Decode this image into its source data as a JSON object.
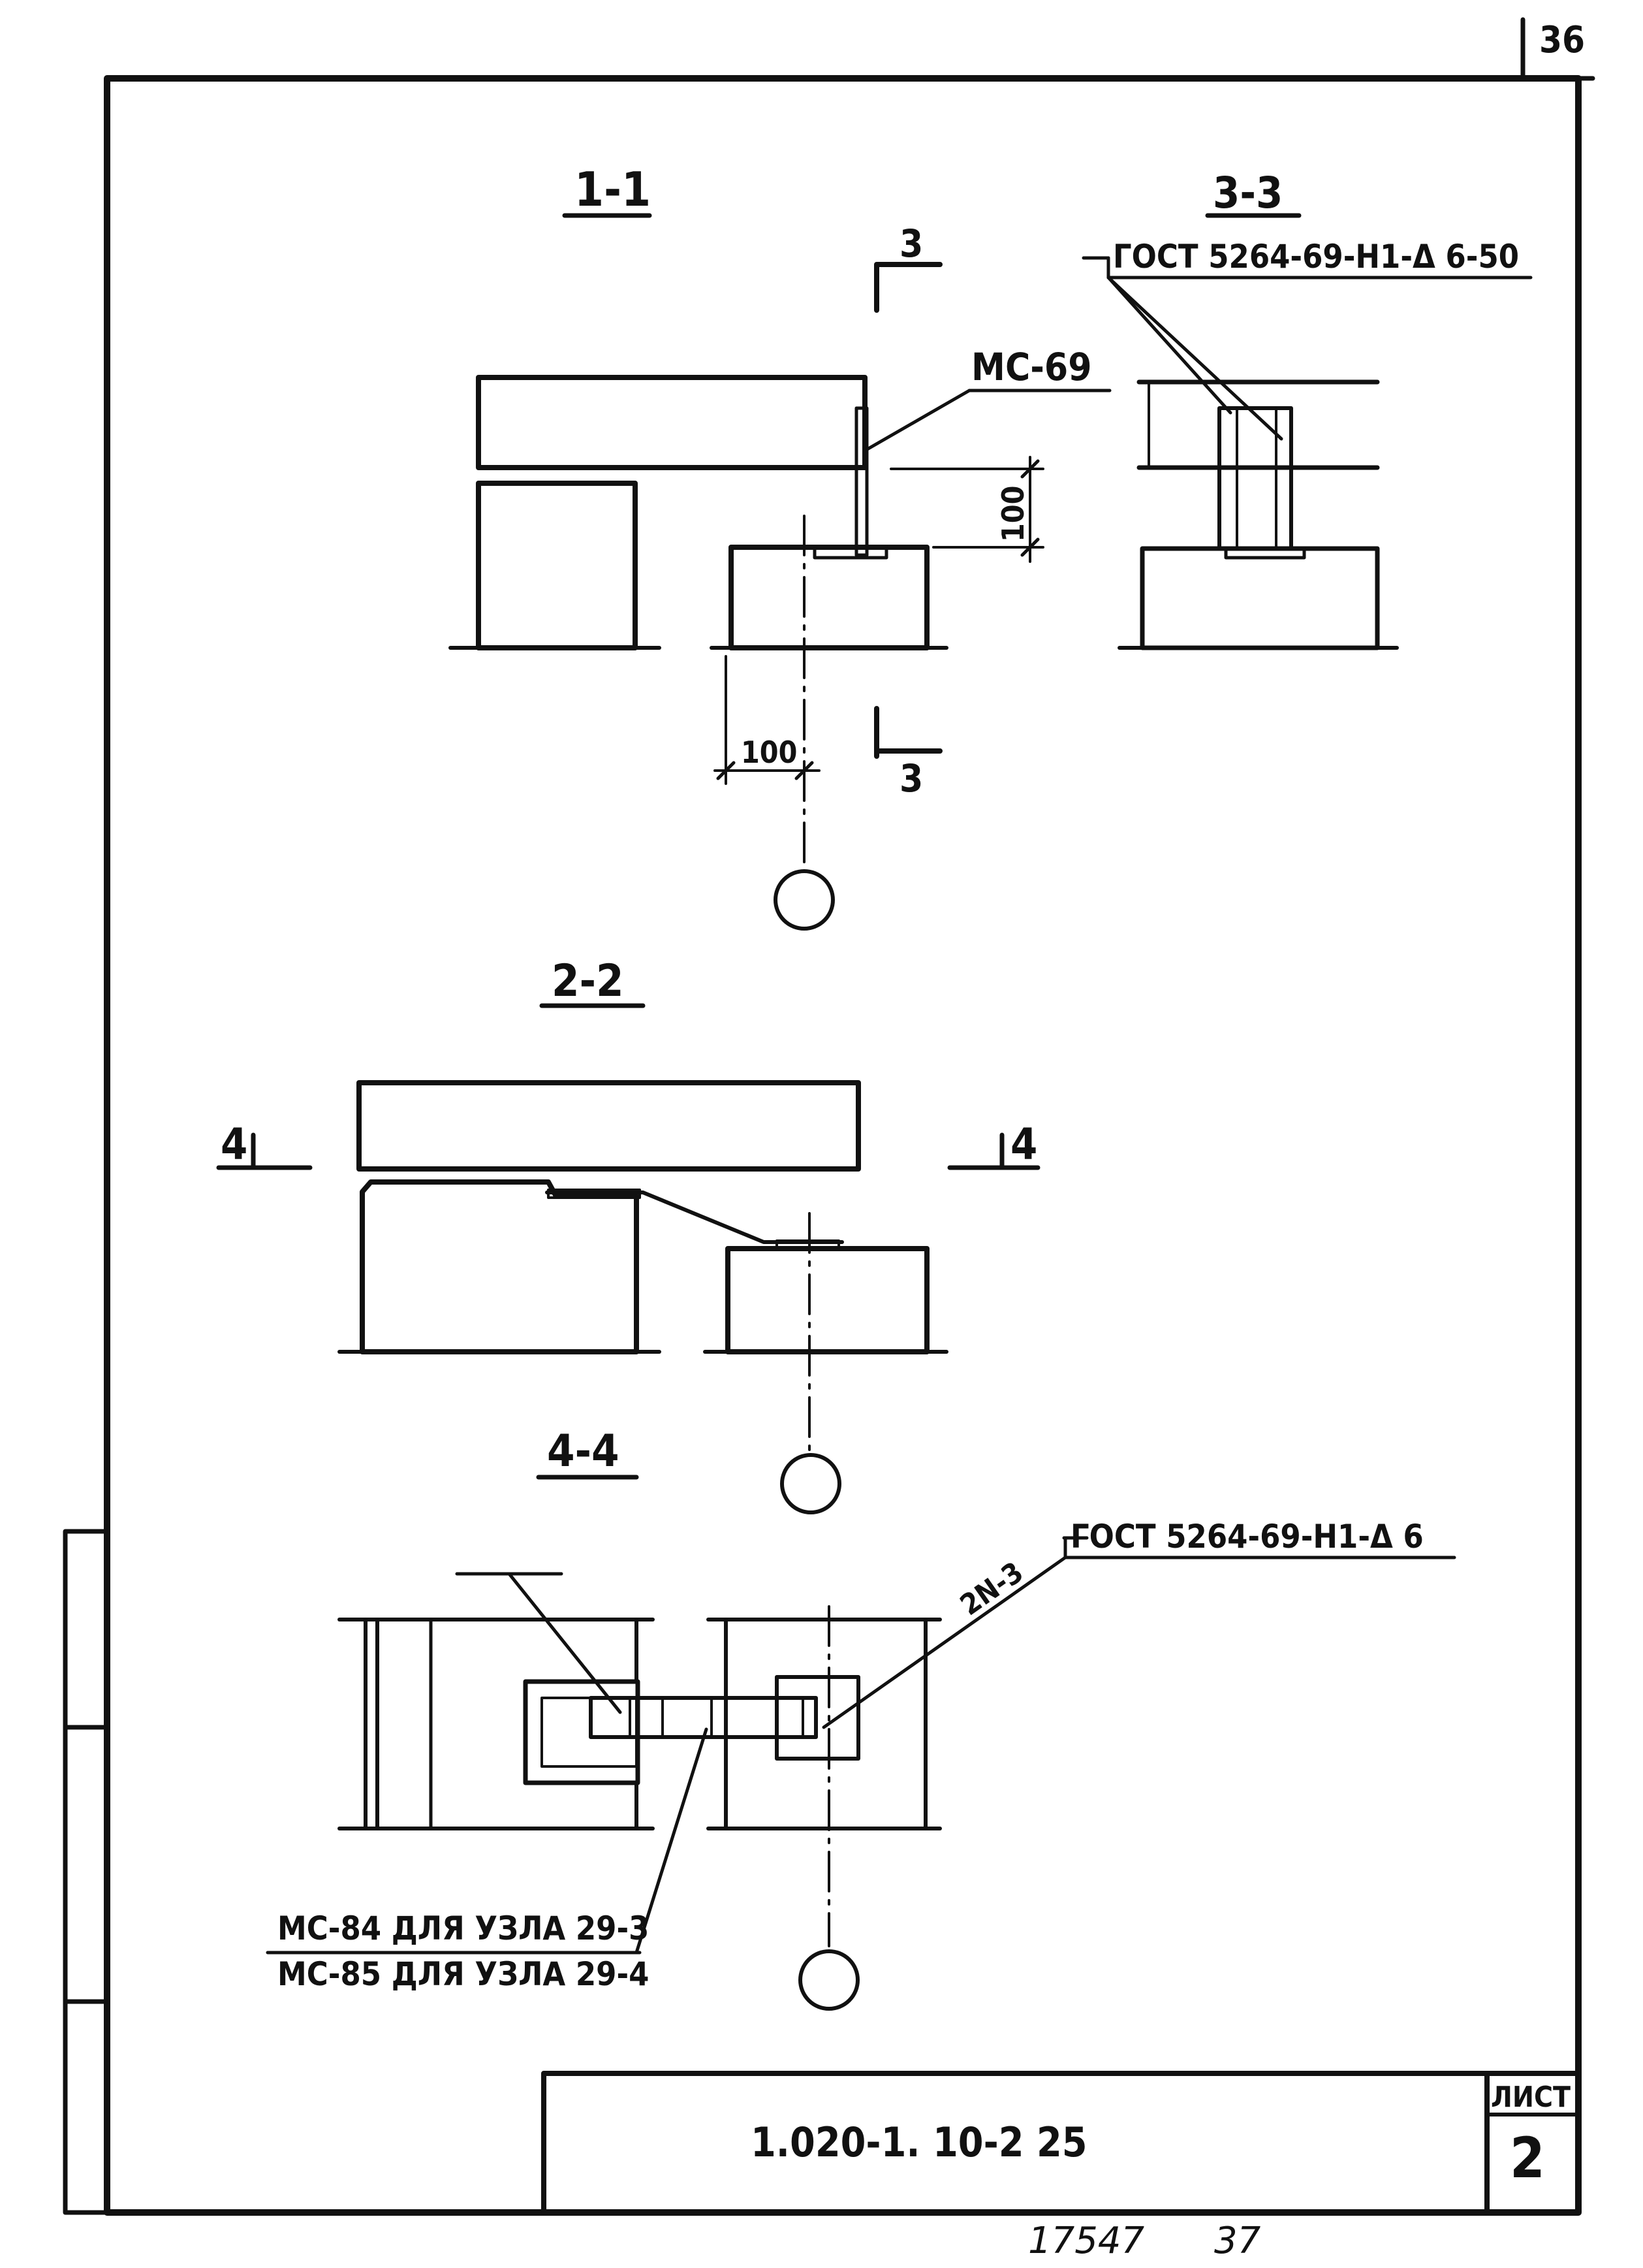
{
  "sheet": {
    "page_number": "36",
    "document_code": "1.020-1. 10-2 25",
    "sheet_label": "ЛИСТ",
    "sheet_number": "2",
    "inventory_number": "17547",
    "bottom_page_number": "37"
  },
  "sections": {
    "s1": {
      "title": "1-1",
      "cut_marker_top": "3",
      "cut_marker_bottom": "3",
      "label_part": "МС-69",
      "dim_vertical": "100",
      "dim_horizontal": "100"
    },
    "s3": {
      "title": "3-3",
      "label_gost": "ГОСТ 5264-69-Н1-Δ 6-50"
    },
    "s2": {
      "title": "2-2",
      "cut_marker_left": "4",
      "cut_marker_right": "4"
    },
    "s4": {
      "title": "4-4",
      "label_gost": "ГОСТ 5264-69-Н1-Δ 6",
      "label_weld": "2N-3",
      "label_part_line1": "МС-84 ДЛЯ УЗЛА 29-3",
      "label_part_line2": "МС-85 ДЛЯ УЗЛА 29-4"
    }
  },
  "colors": {
    "ink": "#111111",
    "paper": "#ffffff"
  }
}
